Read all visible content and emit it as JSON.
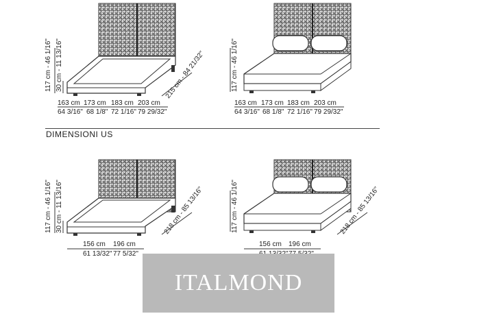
{
  "section_title": "DIMENSIONI US",
  "watermark": "ITALMOND",
  "colors": {
    "line": "#333333",
    "grid": "#555555",
    "watermark_bg": "#b9b9b9",
    "watermark_text": "#ffffff"
  },
  "panels": [
    {
      "name": "top-left",
      "height_labels": [
        "117 cm - 46 1/16\"",
        "30 cm - 11 13/16\""
      ],
      "length_label": "215 cm - 84 21/32\"",
      "widths_cm": [
        "163 cm",
        "173 cm",
        "183 cm",
        "203 cm"
      ],
      "widths_in": [
        "64 3/16\"",
        "68 1/8\"",
        "72 1/16\"",
        "79 29/32\""
      ]
    },
    {
      "name": "top-right",
      "height_labels": [
        "117 cm - 46 1/16\""
      ],
      "widths_cm": [
        "163 cm",
        "173 cm",
        "183 cm",
        "203 cm"
      ],
      "widths_in": [
        "64 3/16\"",
        "68 1/8\"",
        "72 1/16\"",
        "79 29/32\""
      ]
    },
    {
      "name": "bottom-left",
      "height_labels": [
        "117 cm - 46 1/16\"",
        "30 cm - 11 13/16\""
      ],
      "length_label": "218 cm - 85 13/16\"",
      "widths_cm": [
        "156 cm",
        "196 cm"
      ],
      "widths_in": [
        "61 13/32\"",
        "77 5/32\""
      ]
    },
    {
      "name": "bottom-right",
      "height_labels": [
        "117 cm - 46 1/16\""
      ],
      "length_label": "218 cm - 85 13/16\"",
      "widths_cm": [
        "156 cm",
        "196 cm"
      ],
      "widths_in": [
        "61 13/32\"",
        "77 5/32\""
      ]
    }
  ]
}
